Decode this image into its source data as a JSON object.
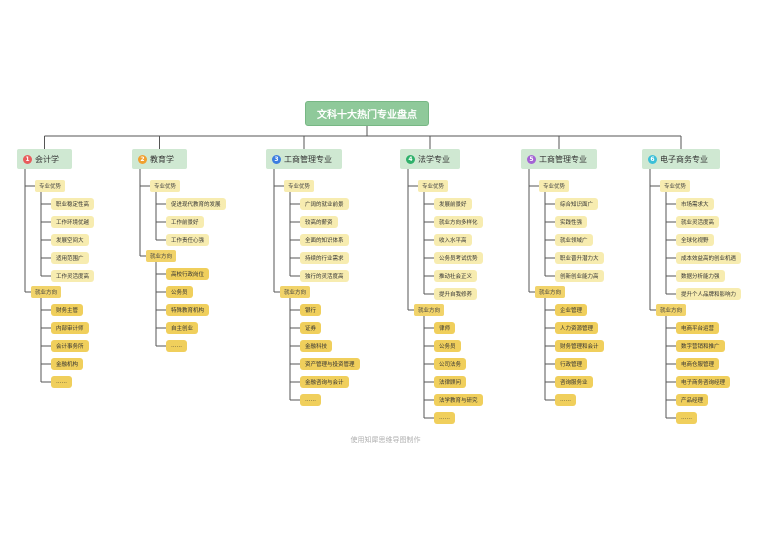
{
  "title": "文科十大热门专业盘点",
  "adv_label": "专业优势",
  "dir_label": "就业方向",
  "footer": "使用知犀思维导图制作",
  "colors": {
    "root": "#8fc99a",
    "head": "#cfe8d2",
    "line": "#555555"
  },
  "majors": [
    {
      "num": "1",
      "name": "会计学",
      "badge": "#e85c5c",
      "advantages": [
        "职业稳定性高",
        "工作环境优越",
        "发展空间大",
        "适用范围广",
        "工作灵活度高"
      ],
      "directions": [
        "财务主管",
        "内部审计师",
        "会计事务所",
        "金融机构",
        "……"
      ]
    },
    {
      "num": "2",
      "name": "教育学",
      "badge": "#f0a030",
      "advantages": [
        "促进现代教育的发展",
        "工作前景好",
        "工作责任心强"
      ],
      "directions": [
        "高校行政岗位",
        "公务员",
        "特殊教育机构",
        "自主创业",
        "……"
      ]
    },
    {
      "num": "3",
      "name": "工商管理专业",
      "badge": "#3c7de0",
      "advantages": [
        "广阔的就业前景",
        "较高的薪资",
        "全面的知识体系",
        "持续的行业需求",
        "独行的灵活度高"
      ],
      "directions": [
        "银行",
        "证券",
        "金融科技",
        "资产管理与投资管理",
        "金融咨询与会计",
        "……"
      ]
    },
    {
      "num": "4",
      "name": "法学专业",
      "badge": "#2fb06a",
      "advantages": [
        "发展前景好",
        "就业方向多样化",
        "收入水平高",
        "公务员考试优势",
        "推动社会正义",
        "提升自我修养"
      ],
      "directions": [
        "律师",
        "公务员",
        "公司法务",
        "法律顾问",
        "法学教育与研究",
        "……"
      ]
    },
    {
      "num": "5",
      "name": "工商管理专业",
      "badge": "#a464d4",
      "advantages": [
        "综合知识面广",
        "实践性强",
        "就业领域广",
        "职业晋升潜力大",
        "创新创业能力高"
      ],
      "directions": [
        "企业管理",
        "人力资源管理",
        "财务管理和会计",
        "行政管理",
        "咨询服务业",
        "……"
      ]
    },
    {
      "num": "6",
      "name": "电子商务专业",
      "badge": "#3cc0d8",
      "advantages": [
        "市场需求大",
        "就业灵活度高",
        "全球化视野",
        "成本效益高的创业机遇",
        "数据分析能力强",
        "提升个人品牌和影响力"
      ],
      "directions": [
        "电商平台运营",
        "数字营销和推广",
        "电商仓服管理",
        "电子商务咨询经理",
        "产品经理",
        "……"
      ]
    }
  ]
}
